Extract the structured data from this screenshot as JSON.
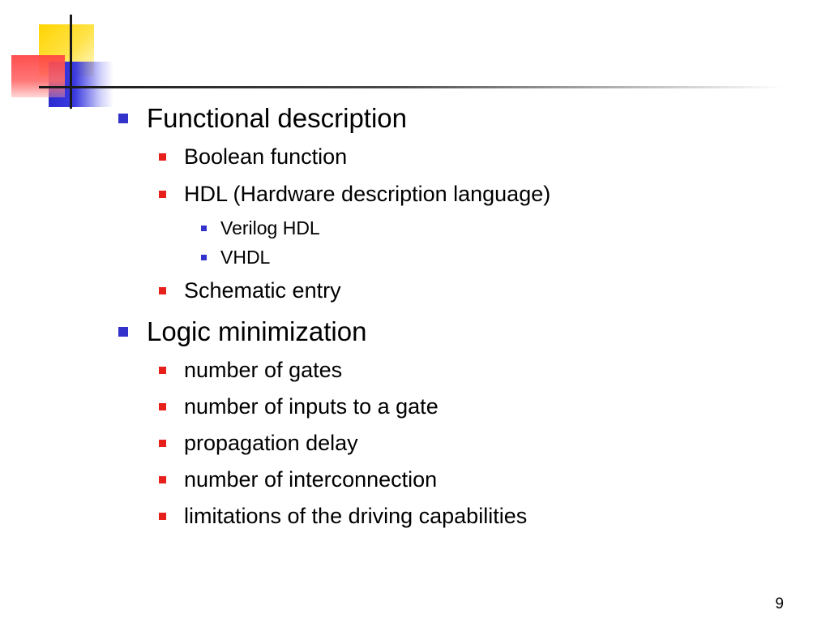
{
  "slide": {
    "page_number": "9",
    "items": [
      {
        "level": 1,
        "text": "Functional description"
      },
      {
        "level": 2,
        "text": "Boolean function"
      },
      {
        "level": 2,
        "text": "HDL (Hardware description language)"
      },
      {
        "level": 3,
        "text": "Verilog HDL"
      },
      {
        "level": 3,
        "text": "VHDL"
      },
      {
        "level": 2,
        "text": "Schematic entry"
      },
      {
        "level": 1,
        "text": "Logic minimization"
      },
      {
        "level": 2,
        "text": "number of gates"
      },
      {
        "level": 2,
        "text": "number of inputs to a gate"
      },
      {
        "level": 2,
        "text": "propagation delay"
      },
      {
        "level": 2,
        "text": "number of interconnection"
      },
      {
        "level": 2,
        "text": "limitations of the driving capabilities"
      }
    ]
  },
  "colors": {
    "level1_bullet": "#3333cc",
    "level2_bullet": "#e8201c",
    "level3_bullet": "#3333cc",
    "text": "#000000",
    "background": "#ffffff"
  }
}
